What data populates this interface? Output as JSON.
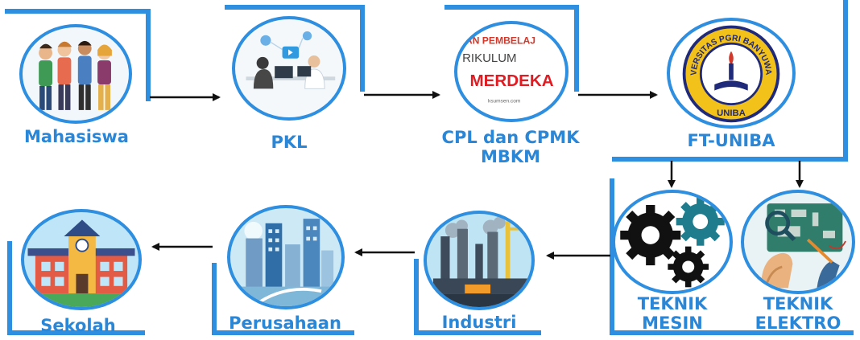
{
  "colors": {
    "accent": "#2e8ee0",
    "label": "#2a86d6",
    "arrow": "#111111"
  },
  "nodes": {
    "mahasiswa": {
      "label": "Mahasiswa",
      "icon": "students-illustration"
    },
    "pkl": {
      "label": "PKL",
      "icon": "office-meeting-illustration"
    },
    "cpl": {
      "label_line1": "CPL dan CPMK",
      "label_line2": "MBKM",
      "icon": "kurikulum-merdeka-poster",
      "poster": {
        "line1": "AN PEMBELAJ",
        "line2": "RIKULUM",
        "line3": "MERDEKA",
        "footer": "ksumsen.com"
      }
    },
    "ftuniba": {
      "label": "FT-UNIBA",
      "icon": "uniba-university-logo",
      "logo": {
        "ring_text": "UNIVERSITAS PGRI BANYUWANGI",
        "bottom_text": "UNIBA"
      }
    },
    "teknik_mesin": {
      "label_line1": "TEKNIK",
      "label_line2": "MESIN",
      "icon": "gears-icon"
    },
    "teknik_elektro": {
      "label_line1": "TEKNIK",
      "label_line2": "ELEKTRO",
      "icon": "circuit-board-illustration"
    },
    "industri": {
      "label": "Industri",
      "icon": "factory-illustration"
    },
    "perusahaan": {
      "label": "Perusahaan",
      "icon": "office-buildings-illustration"
    },
    "sekolah": {
      "label": "Sekolah",
      "icon": "school-building-illustration"
    }
  }
}
